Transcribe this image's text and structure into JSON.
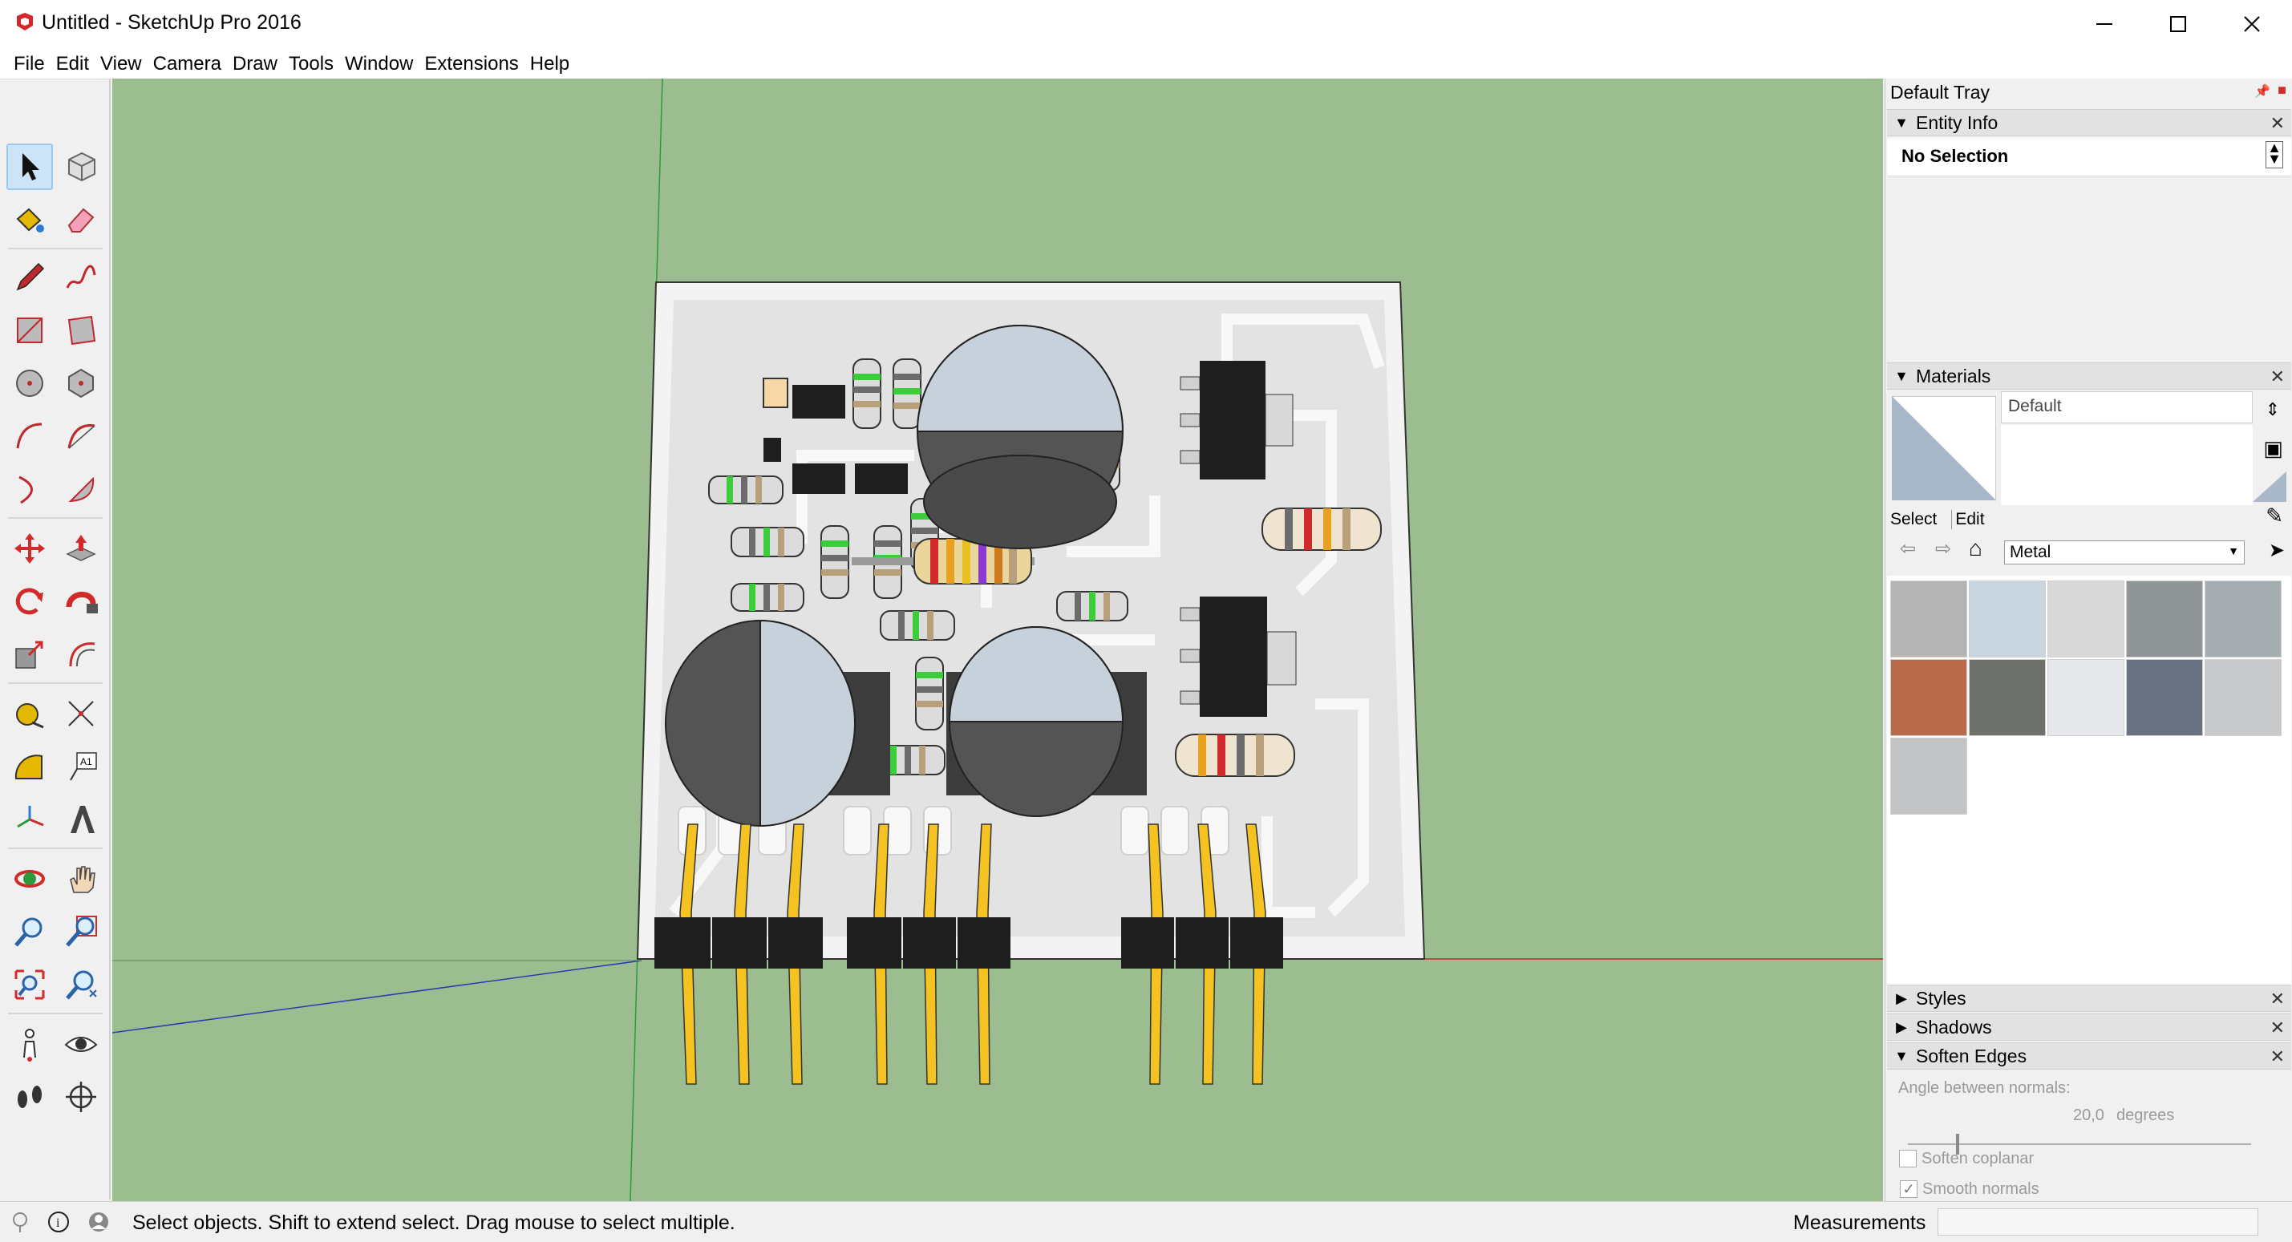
{
  "window": {
    "title": "Untitled - SketchUp Pro 2016",
    "controls": [
      "minimize",
      "maximize",
      "close"
    ]
  },
  "menu": [
    "File",
    "Edit",
    "View",
    "Camera",
    "Draw",
    "Tools",
    "Window",
    "Extensions",
    "Help"
  ],
  "toolbar": {
    "tools": [
      "select-icon",
      "component-icon",
      "paint-bucket-icon",
      "eraser-icon",
      "pencil-icon",
      "freehand-icon",
      "rectangle-icon",
      "rotated-rectangle-icon",
      "circle-icon",
      "polygon-icon",
      "arc-icon",
      "two-point-arc-icon",
      "three-point-arc-icon",
      "pie-icon",
      "move-icon",
      "push-pull-icon",
      "rotate-icon",
      "follow-me-icon",
      "scale-icon",
      "offset-icon",
      "tape-measure-icon",
      "dimension-icon",
      "protractor-icon",
      "text-icon",
      "axes-icon",
      "3d-text-icon",
      "orbit-icon",
      "pan-icon",
      "zoom-icon",
      "zoom-window-icon",
      "zoom-extents-icon",
      "previous-view-icon",
      "position-camera-icon",
      "look-around-icon",
      "walk-icon",
      "section-plane-icon"
    ],
    "active": "select-icon"
  },
  "tray": {
    "title": "Default Tray",
    "entity_info": {
      "title": "Entity Info",
      "selection": "No Selection"
    },
    "materials": {
      "title": "Materials",
      "current": "Default",
      "tabs": [
        "Select",
        "Edit"
      ],
      "library": "Metal",
      "swatch_colors": [
        "#b4b4b4",
        "#c9d6e0",
        "#d8d8d8",
        "#8f9496",
        "#a5adb1",
        "#b86a4a",
        "#6e706c",
        "#e6e8ec",
        "#6a7282",
        "#c7c9cb",
        "#c2c4c6"
      ]
    },
    "styles": {
      "title": "Styles"
    },
    "shadows": {
      "title": "Shadows"
    },
    "soften_edges": {
      "title": "Soften Edges",
      "angle_label": "Angle between normals:",
      "angle_value": "20,0",
      "angle_unit": "degrees",
      "angle_level": 0.14,
      "smooth_normals_label": "Smooth normals",
      "smooth_normals": true,
      "soften_coplanar_label": "Soften coplanar",
      "soften_coplanar": false
    }
  },
  "status": {
    "message": "Select objects. Shift to extend select. Drag mouse to select multiple.",
    "measurements_label": "Measurements",
    "measurements_value": ""
  },
  "colors": {
    "viewport": "#9cbd8f",
    "board": "#f2f2f2",
    "accent_select": "#cce4f7"
  }
}
